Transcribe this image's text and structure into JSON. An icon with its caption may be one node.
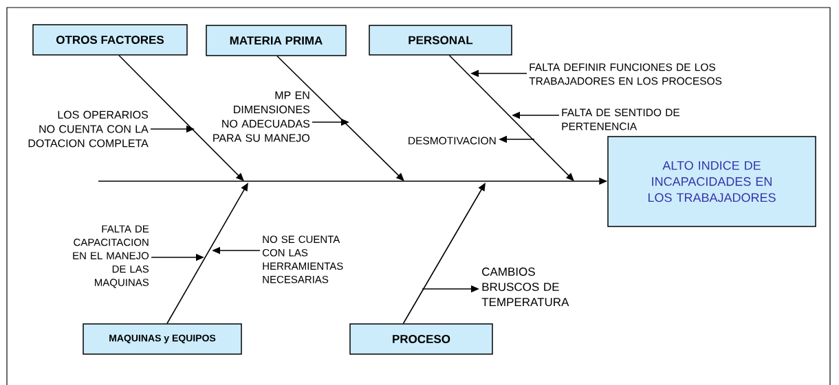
{
  "diagram": {
    "nodes": [
      {
        "text": [
          "OTROS FACTORES"
        ]
      },
      {
        "text": [
          "MATERIA PRIMA"
        ]
      },
      {
        "text": [
          "PERSONAL"
        ]
      },
      {
        "text": [
          "LOS OPERARIOS NO CUENTA CON LA DOTACION COMPLETA"
        ]
      },
      {
        "text": [
          "MP EN DIMENSIONES NO ADECUADAS PARA SU MANEJO"
        ]
      },
      {
        "text": [
          "FALTA DEFINIR FUNCIONES DE LOS TRABAJADORES EN LOS PROCESOS"
        ]
      },
      {
        "text": [
          "FALTA DE SENTIDO DE PERTENENCIA"
        ]
      },
      {
        "text": [
          "DESMOTIVACION"
        ]
      },
      {
        "text": [
          "ALTO INDICE DE INCAPACIDADES EN LOS TRABAJADORES"
        ]
      },
      {
        "text": [
          "FALTA DE CAPACITACION EN EL MANEJO DE LAS MAQUINAS"
        ]
      },
      {
        "text": [
          "NO SE CUENTA CON LAS HERRAMIENTAS NECESARIAS"
        ]
      },
      {
        "text": [
          "CAMBIOS BRUSCOS DE TEMPERATURA"
        ]
      },
      {
        "text": [
          "MAQUINAS y EQUIPOS"
        ]
      },
      {
        "text": [
          "PROCESO"
        ]
      }
    ],
    "edges": [
      {
        "from": null,
        "to": 8,
        "arrow": "to"
      },
      {
        "from": 0,
        "to": null,
        "arrow": "to"
      },
      {
        "from": 1,
        "to": null,
        "arrow": "to"
      },
      {
        "from": 2,
        "to": null,
        "arrow": "to"
      },
      {
        "from": 12,
        "to": null,
        "arrow": "to"
      },
      {
        "from": 13,
        "to": null,
        "arrow": "to"
      },
      {
        "from": 3,
        "to": null,
        "arrow": "to"
      },
      {
        "from": 4,
        "to": null,
        "arrow": "to"
      },
      {
        "from": 5,
        "to": null,
        "arrow": "to"
      },
      {
        "from": 6,
        "to": null,
        "arrow": "to"
      },
      {
        "from": null,
        "to": 7,
        "arrow": "to"
      },
      {
        "from": 9,
        "to": null,
        "arrow": "to"
      },
      {
        "from": 10,
        "to": null,
        "arrow": "to"
      },
      {
        "from": null,
        "to": 11,
        "arrow": "to"
      }
    ]
  }
}
